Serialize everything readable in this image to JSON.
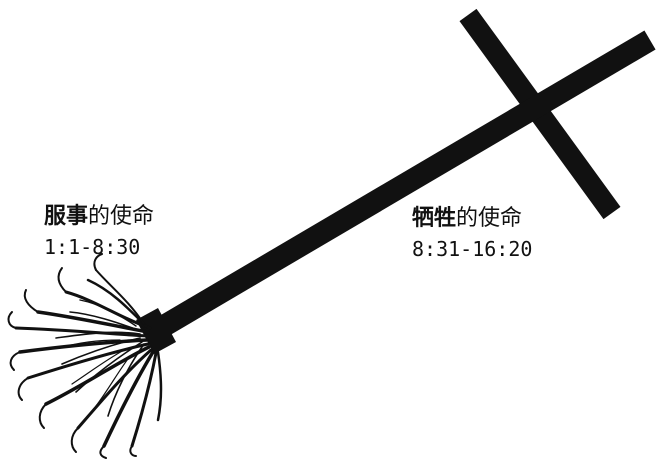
{
  "colors": {
    "ink": "#111111",
    "background": "#ffffff"
  },
  "illustration": {
    "icons": [
      "broom-icon",
      "cross-icon"
    ]
  },
  "labels": {
    "service": {
      "bold": "服事",
      "rest": "的使命",
      "range": "1:1-8:30"
    },
    "sacrifice": {
      "bold": "牺牲",
      "rest": "的使命",
      "range": "8:31-16:20"
    }
  }
}
